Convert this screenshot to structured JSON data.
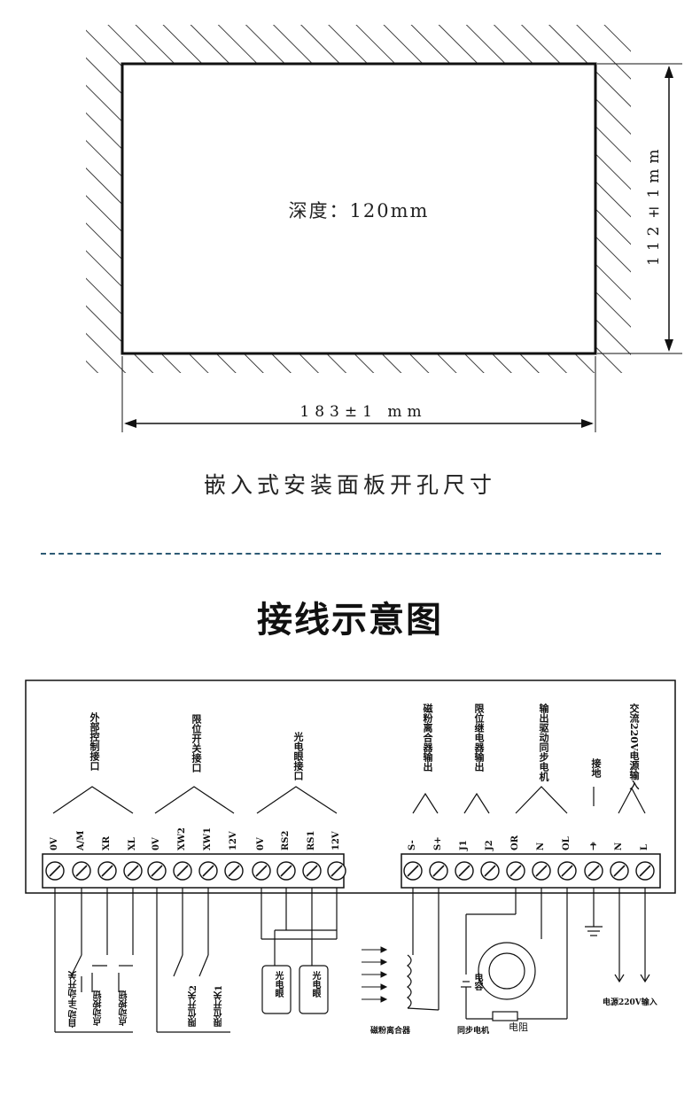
{
  "cutout": {
    "depth_label": "深度：120mm",
    "width_label": "183±1 mm",
    "height_label": "112±1mm",
    "caption": "嵌入式安装面板开孔尺寸"
  },
  "wiring": {
    "title": "接线示意图",
    "groups": [
      {
        "label": "外部控制接口"
      },
      {
        "label": "限位开关接口"
      },
      {
        "label": "光电眼接口"
      },
      {
        "label": "磁粉离合器输出"
      },
      {
        "label": "限位继电器输出"
      },
      {
        "label": "输出驱动同步电机"
      },
      {
        "label": "接地"
      },
      {
        "label": "交流220V电源输入"
      }
    ],
    "terminals_left": [
      "0V",
      "A/M",
      "XR",
      "XL",
      "0V",
      "XW2",
      "XW1",
      "12V",
      "0V",
      "RS2",
      "RS1",
      "12V"
    ],
    "terminals_right": [
      "S-",
      "S+",
      "J1",
      "J2",
      "OR",
      "N",
      "OL",
      "⏚",
      "N",
      "L"
    ],
    "devices": {
      "auto_manual": "自动/手动开关",
      "jog_button_1": "点动按钮",
      "jog_button_2": "点动按钮",
      "limit_switch_2": "限位开关2",
      "limit_switch_1": "限位开关1",
      "photo_eye_1": "光电眼",
      "photo_eye_2": "光电眼",
      "clutch": "磁粉离合器",
      "capacitor": "电容",
      "sync_motor": "同步电机",
      "resistor": "电阻",
      "power_input": "电源220V输入"
    }
  }
}
